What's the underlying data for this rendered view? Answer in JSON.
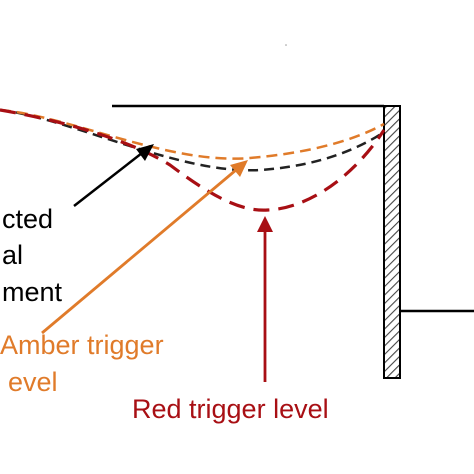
{
  "labels": {
    "predicted_line1": "cted",
    "predicted_line2": "al",
    "predicted_line3": "ment",
    "amber_line1": "Amber trigger",
    "amber_line2": "evel",
    "red": "Red trigger level"
  },
  "colors": {
    "background": "#ffffff",
    "structure": "#000000",
    "wall_fill": "#bdbdbd",
    "predicted": "#222222",
    "amber": "#e07b2a",
    "red": "#a80f14"
  }
}
